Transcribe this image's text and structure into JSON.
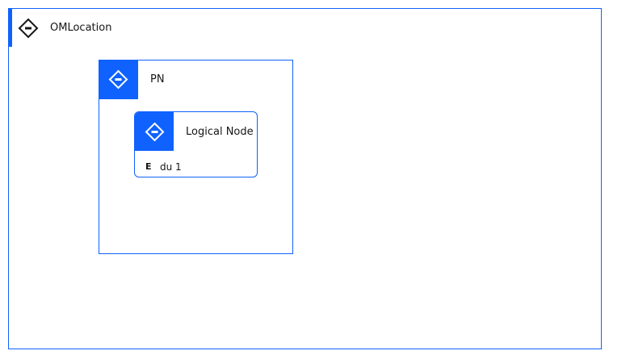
{
  "diagram": {
    "location": {
      "label": "OMLocation",
      "icon": "location-icon"
    },
    "pn": {
      "label": "PN",
      "icon": "pn-icon"
    },
    "logical_node": {
      "label": "Logical Node",
      "type_badge": "E",
      "name": "du 1",
      "icon": "logical-node-icon"
    },
    "colors": {
      "accent": "#0f62fe",
      "text": "#161616",
      "background": "#ffffff"
    }
  }
}
